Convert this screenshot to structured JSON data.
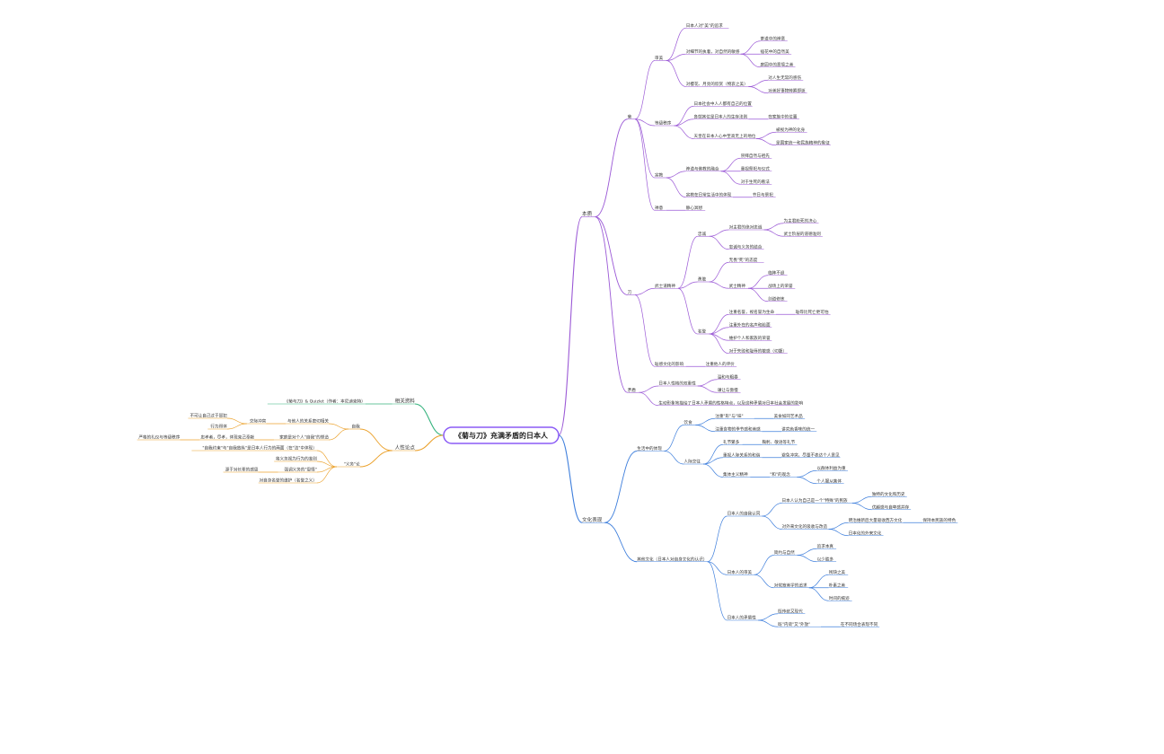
{
  "colors": {
    "purple": "#9b59d6",
    "blue": "#3f7fdc",
    "orange": "#eba12b",
    "green": "#36b37e",
    "root_border": "#8b5cf6"
  },
  "root": {
    "label": "《菊与刀》充满矛盾的日本人"
  },
  "left": {
    "related": {
      "label": "相关资料",
      "items": [
        "《菊与刀》& Quizlet（作者：本尼迪克特）"
      ]
    },
    "humanity": {
      "label": "人性论点",
      "children": [
        {
          "label": "自我",
          "children": [
            {
              "label": "与他人的关系密切相关",
              "children": [
                {
                  "label": "交际冲突",
                  "children": [
                    "不可让自己过于冒犯",
                    "行为得体"
                  ]
                }
              ]
            },
            {
              "label": "家庭是对个人\"自我\"的塑造",
              "children": [
                {
                  "label": "忠孝者，尽孝，体现克己奉献",
                  "children": [
                    "严格的礼仪与等级秩序"
                  ]
                }
              ]
            }
          ]
        },
        {
          "label": "\"义务\"论",
          "children": [
            "\"自我约束\"与\"自我放纵\"是日本人行为的两面（在\"洁\"中体现）",
            "将义务视为行为的准则",
            {
              "label": "强调义务的\"恩情\"",
              "children": [
                "源于对长辈的感恩"
              ]
            },
            "对自身名誉的维护（名誉之义）"
          ]
        }
      ]
    }
  },
  "right": {
    "nature": {
      "label": "本质",
      "children": [
        {
          "label": "菊",
          "children": [
            {
              "label": "审美",
              "children": [
                "日本人对\"美\"的追求",
                {
                  "label": "对细节的执着，对自然的敏感",
                  "children": [
                    "茶道中的禅意",
                    "插花中的自然美",
                    "庭园中的意境之美"
                  ]
                },
                {
                  "label": "对樱花、月亮的欣赏（物哀之美）",
                  "children": [
                    "对人生无常的感伤",
                    "对美好事物转瞬即逝"
                  ]
                }
              ]
            },
            {
              "label": "等级秩序",
              "children": [
                "日本社会中人人都有自己的位置",
                {
                  "label": "各就其位是日本人的生存法则",
                  "children": [
                    "在家族中的位置"
                  ]
                },
                {
                  "label": "天皇在日本人心中至高无上的地位",
                  "children": [
                    "被视为神的化身",
                    "是国家统一和民族精神的象征"
                  ]
                }
              ]
            },
            {
              "label": "宗教",
              "children": [
                {
                  "label": "神道与佛教的融合",
                  "children": [
                    "崇拜自然与祖先",
                    "重视祭祀与仪式",
                    "对于生死的看法"
                  ]
                },
                {
                  "label": "宗教在日常生活中的体现",
                  "children": [
                    "节日与祭祀"
                  ]
                }
              ]
            },
            {
              "label": "禅意",
              "children": [
                "静心冥想"
              ]
            }
          ]
        },
        {
          "label": "刀",
          "children": [
            {
              "label": "武士道精神",
              "children": [
                {
                  "label": "忠诚",
                  "children": [
                    {
                      "label": "对主君的绝对忠诚",
                      "children": [
                        "为主君赴死的决心",
                        "武士阶层的道德准则"
                      ]
                    },
                    "忠诚与义务的结合"
                  ]
                },
                {
                  "label": "勇敢",
                  "children": [
                    "无畏\"死\"的态度",
                    {
                      "label": "武士精神",
                      "children": [
                        "临阵不退",
                        "战场上的荣誉",
                        "剑道修炼"
                      ]
                    }
                  ]
                },
                {
                  "label": "名誉",
                  "children": [
                    {
                      "label": "注重名誉，视名誉为生命",
                      "children": [
                        "耻辱比死亡更可怕"
                      ]
                    },
                    "注重外在的名声和脸面",
                    "维护个人和家族的荣誉",
                    "对于失败和耻辱的敏感（切腹）"
                  ]
                }
              ]
            },
            {
              "label": "耻感文化的影响",
              "children": [
                "注重他人的评价"
              ]
            }
          ]
        },
        {
          "label": "矛盾",
          "children": [
            {
              "label": "日本人性格的双重性",
              "children": [
                "温和与粗暴",
                "谦让与傲慢"
              ]
            },
            "生动形象地描绘了日本人矛盾的性格特点，以及这种矛盾对日本社会发展的影响"
          ]
        }
      ]
    },
    "culture": {
      "label": "文化表现",
      "children": [
        {
          "label": "生活中的体现",
          "children": [
            {
              "label": "饮食",
              "children": [
                {
                  "label": "注重\"形\"与\"味\"",
                  "children": [
                    "美食如同艺术品"
                  ]
                },
                {
                  "label": "注重食物的季节感和美感",
                  "children": [
                    "讲究色香味的统一"
                  ]
                }
              ]
            },
            {
              "label": "人际交往",
              "children": [
                {
                  "label": "礼节繁多",
                  "children": [
                    "鞠躬、敬语等礼节"
                  ]
                },
                {
                  "label": "重视人际关系的和谐",
                  "children": [
                    "避免冲突，尽量不表达个人意见"
                  ]
                },
                {
                  "label": "集体主义精神",
                  "children": [
                    {
                      "label": "\"和\"的观念",
                      "children": [
                        "以群体利益为重",
                        "个人服从集体"
                      ]
                    }
                  ]
                }
              ]
            }
          ]
        },
        {
          "label": "其他文化（日本人对自身文化的认识）",
          "children": [
            {
              "label": "日本人的自我认同",
              "children": [
                {
                  "label": "日本人认为自己是一个\"特殊\"的民族",
                  "children": [
                    "独特的文化和历史",
                    "优越感与自卑感并存"
                  ]
                },
                {
                  "label": "对外来文化的吸收与改造",
                  "children": [
                    {
                      "label": "明治维新后大量吸收西方文化",
                      "children": [
                        "保持本民族的特色"
                      ]
                    },
                    "日本化的外来文化"
                  ]
                }
              ]
            },
            {
              "label": "日本人的审美",
              "children": [
                {
                  "label": "简约与自然",
                  "children": [
                    "追求本真",
                    "以少胜多"
                  ]
                },
                {
                  "label": "对侘寂美学的追求",
                  "children": [
                    "残缺之美",
                    "朴素之美",
                    "时间的痕迹"
                  ]
                }
              ]
            },
            {
              "label": "日本人的矛盾性",
              "children": [
                "既传统又现代",
                {
                  "label": "既\"内敛\"又\"外放\"",
                  "children": [
                    "在不同场合表现不同"
                  ]
                }
              ]
            }
          ]
        }
      ]
    }
  }
}
